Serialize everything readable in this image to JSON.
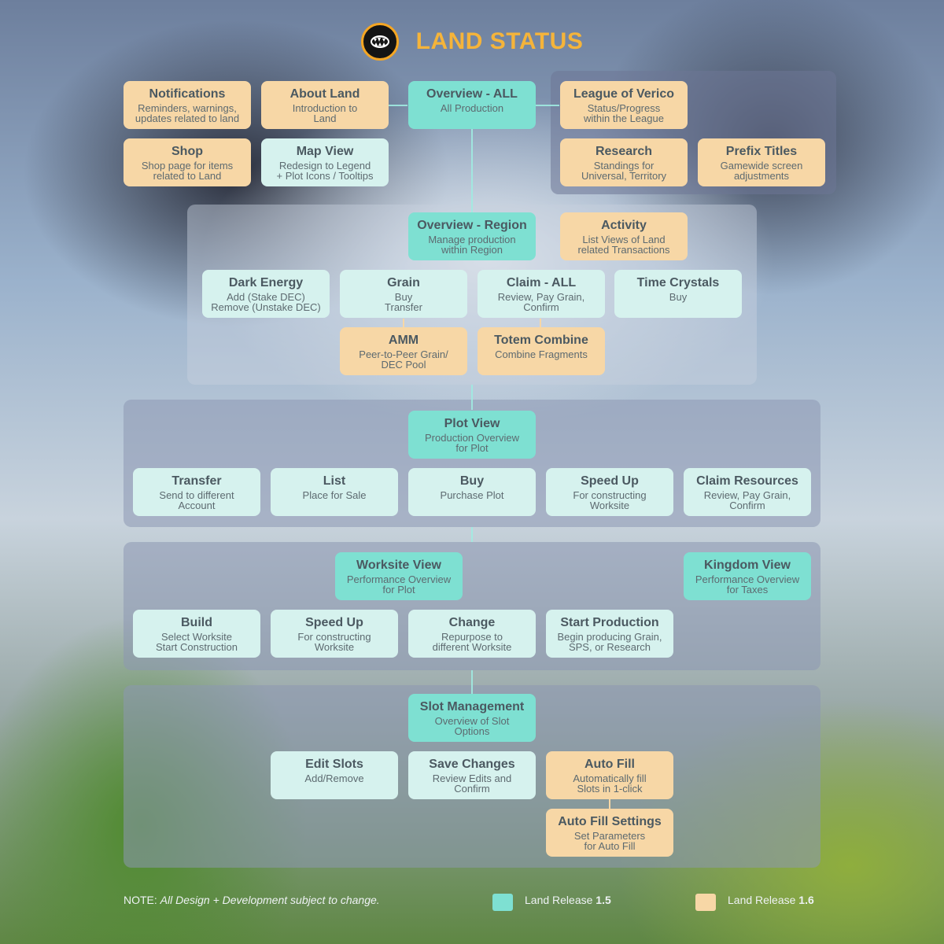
{
  "header": {
    "title": "LAND STATUS",
    "logo_icon": "monster-mouth-icon"
  },
  "colors": {
    "release_1_5": "#7ee0d2",
    "release_1_6": "#f7d7a6",
    "title": "#f5b43a"
  },
  "cards": {
    "notifications": {
      "title": "Notifications",
      "desc": "Reminders, warnings,\nupdates related to land"
    },
    "about_land": {
      "title": "About Land",
      "desc": "Introduction to\nLand"
    },
    "overview_all": {
      "title": "Overview - ALL",
      "desc": "All Production"
    },
    "league": {
      "title": "League of Verico",
      "desc": "Status/Progress\nwithin the League"
    },
    "shop": {
      "title": "Shop",
      "desc": "Shop page for items\nrelated to Land"
    },
    "map_view": {
      "title": "Map View",
      "desc": "Redesign to Legend\n+ Plot Icons / Tooltips"
    },
    "research": {
      "title": "Research",
      "desc": "Standings for\nUniversal, Territory"
    },
    "prefix_titles": {
      "title": "Prefix Titles",
      "desc": "Gamewide screen\nadjustments"
    },
    "overview_region": {
      "title": "Overview - Region",
      "desc": "Manage production\nwithin Region"
    },
    "activity": {
      "title": "Activity",
      "desc": "List Views of Land\nrelated Transactions"
    },
    "dark_energy": {
      "title": "Dark Energy",
      "desc": "Add (Stake DEC)\nRemove (Unstake DEC)"
    },
    "grain": {
      "title": "Grain",
      "desc": "Buy\nTransfer"
    },
    "claim_all": {
      "title": "Claim - ALL",
      "desc": "Review, Pay Grain,\nConfirm"
    },
    "time_crystals": {
      "title": "Time Crystals",
      "desc": "Buy"
    },
    "amm": {
      "title": "AMM",
      "desc": "Peer-to-Peer Grain/\nDEC Pool"
    },
    "totem_combine": {
      "title": "Totem Combine",
      "desc": "Combine Fragments"
    },
    "plot_view": {
      "title": "Plot View",
      "desc": "Production Overview\nfor Plot"
    },
    "transfer": {
      "title": "Transfer",
      "desc": "Send to different\nAccount"
    },
    "list": {
      "title": "List",
      "desc": "Place for Sale"
    },
    "buy": {
      "title": "Buy",
      "desc": "Purchase Plot"
    },
    "speed_up_plot": {
      "title": "Speed Up",
      "desc": "For constructing\nWorksite"
    },
    "claim_resources": {
      "title": "Claim Resources",
      "desc": "Review, Pay Grain,\nConfirm"
    },
    "worksite_view": {
      "title": "Worksite View",
      "desc": "Performance Overview\nfor Plot"
    },
    "kingdom_view": {
      "title": "Kingdom View",
      "desc": "Performance Overview\nfor Taxes"
    },
    "build": {
      "title": "Build",
      "desc": "Select Worksite\nStart Construction"
    },
    "speed_up_worksite": {
      "title": "Speed Up",
      "desc": "For constructing\nWorksite"
    },
    "change": {
      "title": "Change",
      "desc": "Repurpose to\ndifferent Worksite"
    },
    "start_production": {
      "title": "Start Production",
      "desc": "Begin producing Grain,\nSPS, or Research"
    },
    "slot_management": {
      "title": "Slot Management",
      "desc": "Overview of Slot\nOptions"
    },
    "edit_slots": {
      "title": "Edit Slots",
      "desc": "Add/Remove"
    },
    "save_changes": {
      "title": "Save Changes",
      "desc": "Review Edits and\nConfirm"
    },
    "auto_fill": {
      "title": "Auto Fill",
      "desc": "Automatically fill\nSlots in 1-click"
    },
    "auto_fill_settings": {
      "title": "Auto Fill Settings",
      "desc": "Set Parameters\nfor Auto Fill"
    }
  },
  "footer": {
    "note_prefix": "NOTE: ",
    "note_text": "All Design + Development subject to change.",
    "legend": [
      {
        "label": "Land Release ",
        "version": "1.5"
      },
      {
        "label": "Land Release ",
        "version": "1.6"
      }
    ]
  }
}
